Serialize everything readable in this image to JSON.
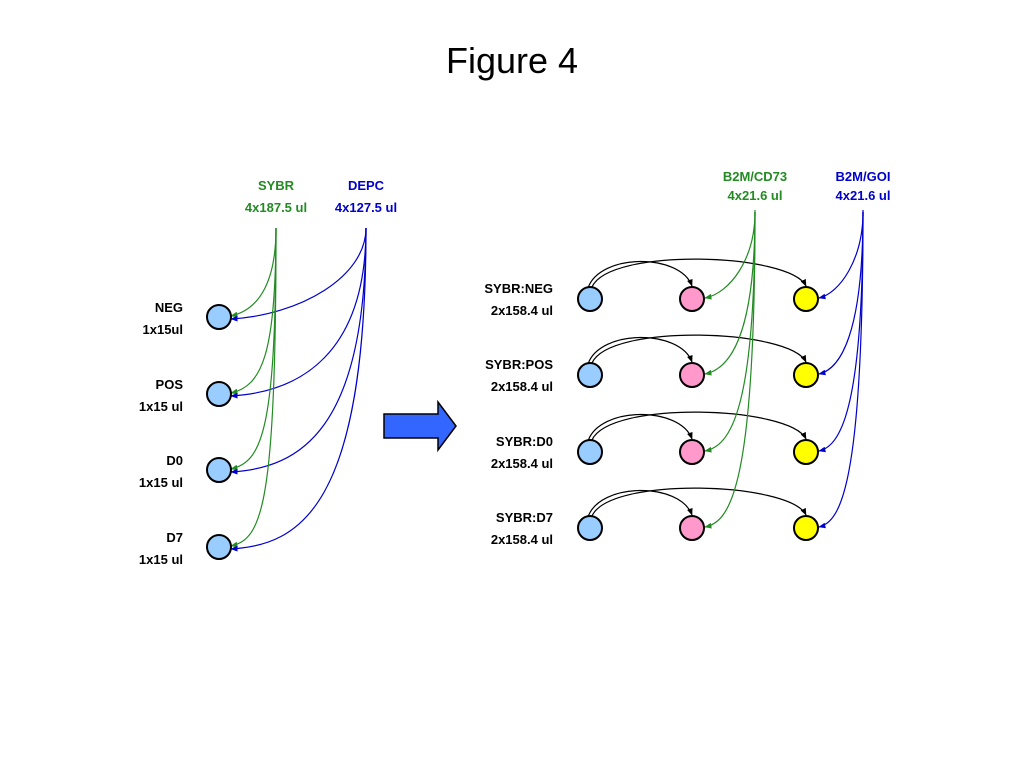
{
  "title": "Figure 4",
  "colors": {
    "green": "#228b22",
    "blue": "#0000cc",
    "tube_blue": "#99ccff",
    "tube_pink": "#ff99cc",
    "tube_yellow": "#ffff00",
    "arrow_fill": "#3366ff",
    "black": "#000000"
  },
  "left": {
    "reagents": [
      {
        "name": "SYBR",
        "volume": "4x187.5 ul",
        "color": "green"
      },
      {
        "name": "DEPC",
        "volume": "4x127.5 ul",
        "color": "blue"
      }
    ],
    "tubes": [
      {
        "name": "NEG",
        "volume": "1x15ul"
      },
      {
        "name": "POS",
        "volume": "1x15 ul"
      },
      {
        "name": "D0",
        "volume": "1x15 ul"
      },
      {
        "name": "D7",
        "volume": "1x15 ul"
      }
    ]
  },
  "right": {
    "reagents": [
      {
        "name": "B2M/CD73",
        "volume": "4x21.6 ul",
        "color": "green"
      },
      {
        "name": "B2M/GOI",
        "volume": "4x21.6 ul",
        "color": "blue"
      }
    ],
    "rows": [
      {
        "name": "SYBR:NEG",
        "volume": "2x158.4 ul"
      },
      {
        "name": "SYBR:POS",
        "volume": "2x158.4 ul"
      },
      {
        "name": "SYBR:D0",
        "volume": "2x158.4 ul"
      },
      {
        "name": "SYBR:D7",
        "volume": "2x158.4 ul"
      }
    ]
  }
}
